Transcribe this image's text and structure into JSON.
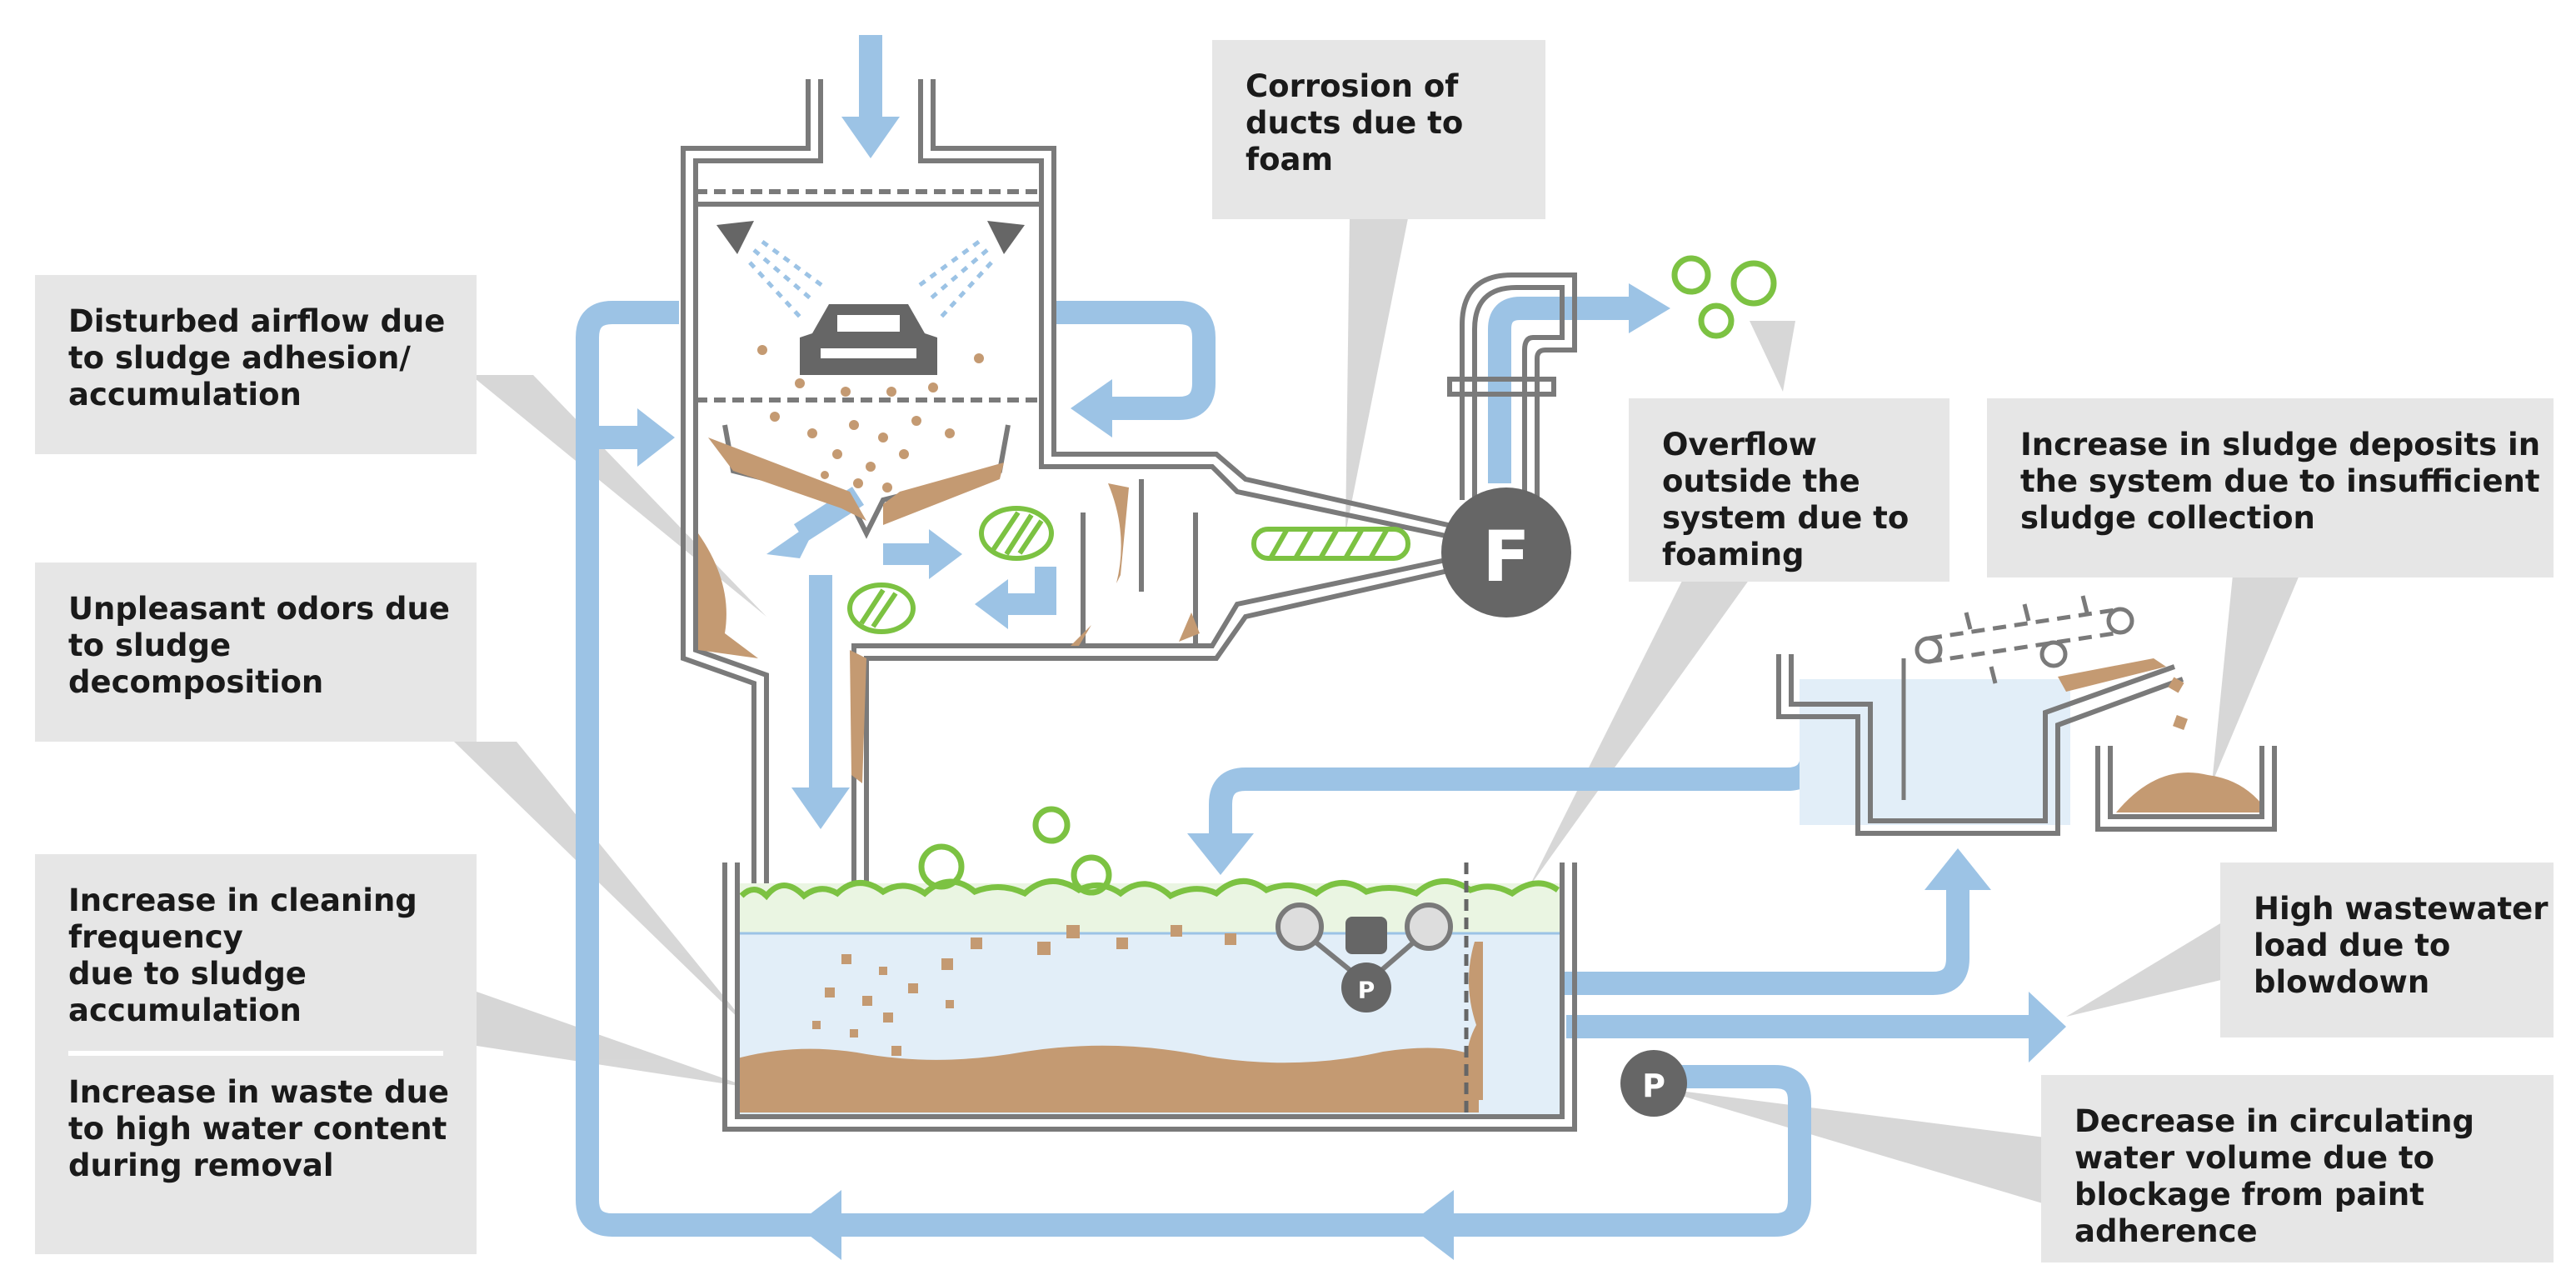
{
  "labels": {
    "fan": "F",
    "pump": "P"
  },
  "callouts": {
    "corrosion": [
      "Corrosion of",
      "ducts due to",
      "foam"
    ],
    "airflow": [
      "Disturbed airflow due",
      "to sludge adhesion/",
      "accumulation"
    ],
    "overflow": [
      "Overflow",
      "outside the",
      "system due to",
      "foaming"
    ],
    "deposits": [
      "Increase in sludge deposits in",
      "the system due to insufficient",
      "sludge collection"
    ],
    "odors": [
      "Unpleasant odors due",
      "to sludge",
      "decomposition"
    ],
    "cleaning": [
      "Increase in cleaning",
      "frequency",
      "due to sludge",
      "accumulation"
    ],
    "waste": [
      "Increase in waste due",
      "to high water content",
      "during removal"
    ],
    "wastewater": [
      "High wastewater",
      "load due to",
      "blowdown"
    ],
    "circulating": [
      "Decrease in circulating",
      "water volume due to",
      "blockage from paint",
      "adherence"
    ]
  },
  "colors": {
    "flow": "#9cc3e5",
    "wall": "#7a7a7a",
    "sludge": "#c49a72",
    "foam": "#7cc242",
    "water": "#e2eef8",
    "callout_bg": "#e6e6e6",
    "pointer": "#cfcfcf",
    "equipment": "#666666"
  }
}
